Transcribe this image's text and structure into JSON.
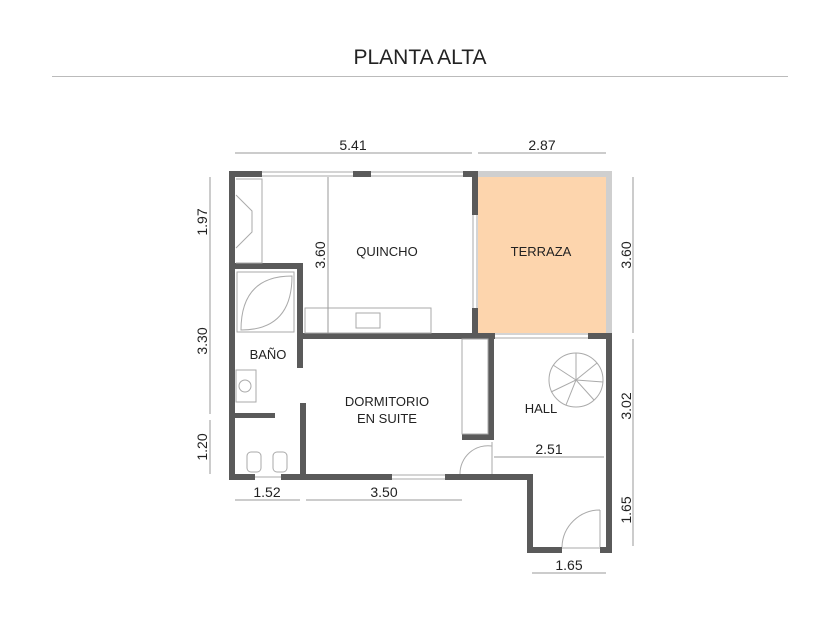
{
  "title": "PLANTA ALTA",
  "colors": {
    "wall": "#5a5a5a",
    "terrace": "#fdd5ad",
    "terrace_edge": "#cfcfcf"
  },
  "rooms": {
    "quincho": "QUINCHO",
    "terraza": "TERRAZA",
    "bano": "BAÑO",
    "dormitorio_1": "DORMITORIO",
    "dormitorio_2": "EN SUITE",
    "hall": "HALL"
  },
  "dimensions": {
    "top_left": "5.41",
    "top_right": "2.87",
    "left_1": "1.97",
    "left_2": "3.30",
    "left_3": "1.20",
    "right_1": "3.60",
    "right_2": "3.02",
    "right_3": "1.65",
    "quincho_height": "3.60",
    "hall_width": "2.51",
    "bottom_1": "1.52",
    "bottom_2": "3.50",
    "bottom_3": "1.65"
  }
}
